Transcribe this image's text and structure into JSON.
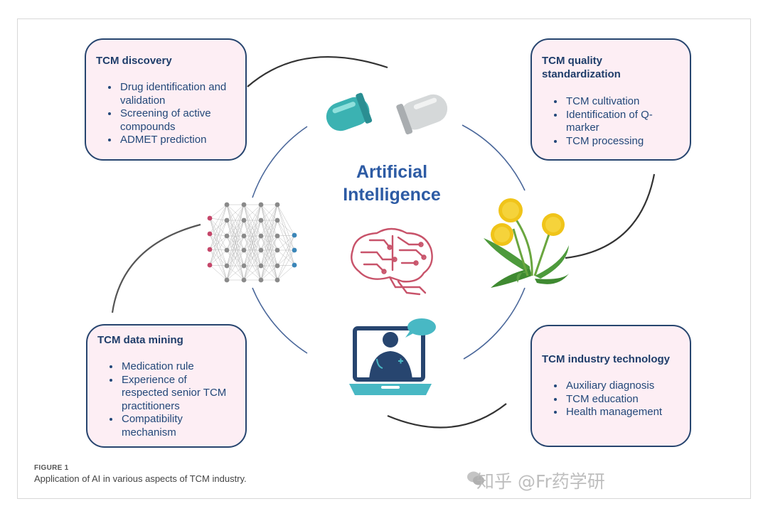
{
  "center": {
    "line1": "Artificial",
    "line2": "Intelligence"
  },
  "boxes": {
    "discovery": {
      "title": "TCM discovery",
      "items": [
        "Drug identification and validation",
        "Screening of active compounds",
        "ADMET prediction"
      ]
    },
    "quality": {
      "title_l1": "TCM quality",
      "title_l2": "standardization",
      "items": [
        "TCM cultivation",
        "Identification of Q-marker",
        "TCM processing"
      ]
    },
    "datamining": {
      "title": "TCM data mining",
      "items": [
        "Medication rule",
        "Experience of respected senior TCM practitioners",
        "Compatibility mechanism"
      ]
    },
    "industry": {
      "title": "TCM industry technology",
      "items": [
        "Auxiliary diagnosis",
        "TCM education",
        "Health management"
      ]
    },
    "border_color": "#27456f",
    "fill_color": "#fdeef4"
  },
  "icons": [
    "capsule-icon",
    "dandelion-icon",
    "doctor-laptop-icon",
    "neural-network-icon",
    "circuit-brain-icon"
  ],
  "caption": {
    "label": "FIGURE 1",
    "text": "Application of AI in various aspects of TCM industry."
  },
  "watermark": "知乎 @Fr药学研"
}
